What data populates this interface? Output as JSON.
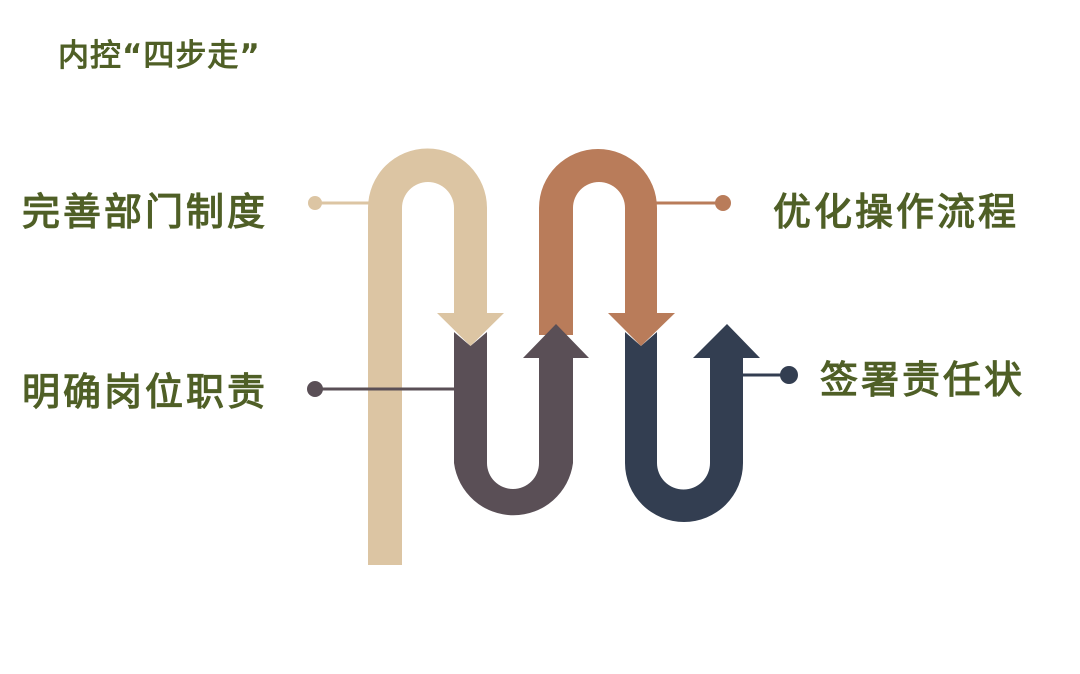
{
  "title": "内控“四步走”",
  "steps": [
    {
      "label": "完善部门制度",
      "color": "#dcc5a3"
    },
    {
      "label": "明确岗位职责",
      "color": "#5a4f56"
    },
    {
      "label": "优化操作流程",
      "color": "#b97c5a"
    },
    {
      "label": "签署责任状",
      "color": "#333e51"
    }
  ]
}
